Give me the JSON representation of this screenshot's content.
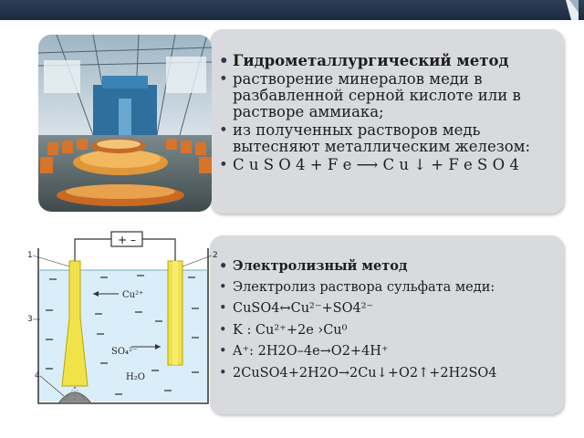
{
  "top_panel": {
    "items": [
      "Гидрометаллургический метод",
      "растворение минералов меди в разбавленной серной кислоте или в растворе аммиака;",
      "из полученных растворов медь вытесняют металлическим железом:",
      "C u S O 4 + F e ⟶ C u ↓ + F e S O 4"
    ]
  },
  "bottom_panel": {
    "items": [
      "Электролизный метод",
      "Электролиз раствора сульфата меди:",
      "CuSO4↔Cu²⁻+SO4²⁻",
      "K : Cu²⁺+2e  ›Cu⁰",
      "A⁺: 2H2O–4e→O2+4H⁺",
      "2CuSO4+2H2O→2Cu↓+O2↑+2H2SO4"
    ]
  },
  "diagram": {
    "power_plus": "+",
    "power_minus": "–",
    "ion_cu": "Cu²⁺",
    "ion_so4": "SO₄²⁻",
    "ion_h2o": "H₂O",
    "label_1": "1",
    "label_2": "2",
    "label_3": "3",
    "label_4": "4"
  },
  "colors": {
    "topbar": "#1d2b3f",
    "panel": "#d8dadd",
    "electrode": "#f2e24a",
    "liquid": "#d9eef8"
  }
}
